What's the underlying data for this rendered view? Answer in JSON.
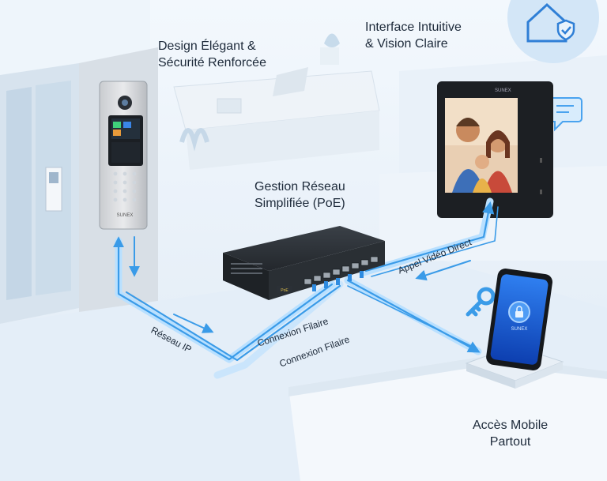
{
  "labels": {
    "design": {
      "line1": "Design Élégant &",
      "line2": "Sécurité Renforcée"
    },
    "interface": {
      "line1": "Interface Intuitive",
      "line2": "& Vision Claire"
    },
    "network": {
      "line1": "Gestion Réseau",
      "line2": "Simplifiée (PoE)"
    },
    "mobile": {
      "line1": "Accès Mobile",
      "line2": "Partout"
    }
  },
  "connections": {
    "ip": "Réseau IP",
    "wired_1": "Connexion Filaire",
    "wired_2": "Connexion Filaire",
    "video_call": "Appel Vidéo Direct"
  },
  "devices": {
    "brand": "SUNEX",
    "switch_badge": "PoE"
  },
  "icons": [
    "home-shield-icon",
    "chat-bubble-icon",
    "key-icon",
    "lock-icon"
  ],
  "colors": {
    "background": "#eaf3fb",
    "wire": "#3a9be8",
    "wire_glow": "#b9e0ff",
    "text": "#1d2a3a",
    "switch": "#2c3136"
  }
}
